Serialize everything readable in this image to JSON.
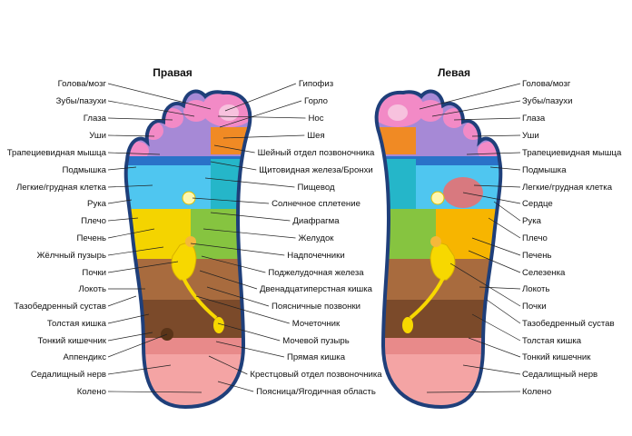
{
  "titles": {
    "right_foot": "Правая",
    "left_foot": "Левая"
  },
  "colors": {
    "outline": "#1f3f7a",
    "pink_heel": "#f4a4a4",
    "brown": "#a86b3e",
    "dark_brown": "#7b4a2a",
    "yellow": "#f4d400",
    "yellow_orange": "#f7b500",
    "green": "#86c440",
    "teal": "#25b6c9",
    "cyan": "#4fc6f0",
    "blue": "#2a72c8",
    "lavender": "#a689d6",
    "purple": "#8b62c6",
    "orange": "#f08a24",
    "pink_toe": "#f28ac6",
    "heart_red": "#f06b6b"
  },
  "right_labels": [
    "Голова/мозг",
    "Зубы/пазухи",
    "Глаза",
    "Уши",
    "Трапециевидная мышца",
    "Подмышка",
    "Легкие/грудная клетка",
    "Рука",
    "Плечо",
    "Печень",
    "Жёлчный пузырь",
    "Почки",
    "Локоть",
    "Тазобедренный сустав",
    "Толстая кишка",
    "Тонкий кишечник",
    "Аппендикс",
    "Седалищный нерв",
    "Колено"
  ],
  "center_labels": [
    "Гипофиз",
    "Горло",
    "Нос",
    "Шея",
    "Шейный отдел позвоночника",
    "Щитовидная железа/Бронхи",
    "Пищевод",
    "Солнечное сплетение",
    "Диафрагма",
    "Желудок",
    "Надпочечники",
    "Поджелудочная железа",
    "Двенадцатиперстная кишка",
    "Поясничные позвонки",
    "Мочеточник",
    "Мочевой пузырь",
    "Прямая кишка",
    "Крестцовый отдел позвоночника",
    "Поясница/Ягодичная область"
  ],
  "left_labels": [
    "Голова/мозг",
    "Зубы/пазухи",
    "Глаза",
    "Уши",
    "Трапециевидная мышца",
    "Подмышка",
    "Легкие/грудная клетка",
    "Сердце",
    "Рука",
    "Плечо",
    "Печень",
    "Селезенка",
    "Локоть",
    "Почки",
    "Тазобедренный сустав",
    "Толстая кишка",
    "Тонкий кишечник",
    "Седалищный нерв",
    "Колено"
  ]
}
